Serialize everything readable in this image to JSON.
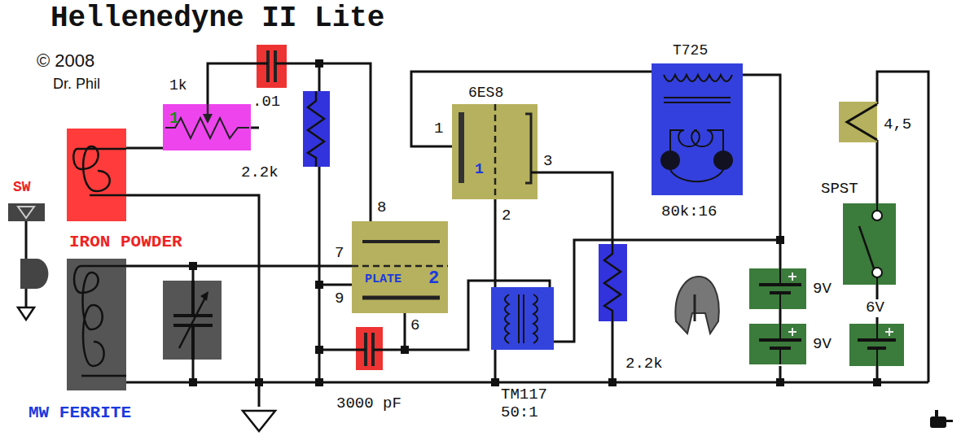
{
  "diagram": {
    "title": "Hellenedyne II Lite",
    "nodes": [
      {
        "text": [
          "6ES8",
          "1"
        ]
      },
      {
        "text": [
          "PLATE",
          "2"
        ]
      },
      {
        "text": [
          "T725",
          "80k:16"
        ]
      },
      {
        "text": [
          "TM117 50:1"
        ]
      },
      {
        "text": [
          "IRON POWDER"
        ]
      },
      {
        "text": [
          "MW FERRITE"
        ]
      },
      {
        "text": [
          "1k",
          "1"
        ]
      }
    ],
    "edges": [
      {
        "from": 0,
        "to": 2,
        "arrow": "none"
      },
      {
        "from": 0,
        "to": 3,
        "arrow": "none"
      },
      {
        "from": 5,
        "to": 1,
        "arrow": "none"
      },
      {
        "from": 4,
        "to": 6,
        "arrow": "none"
      }
    ],
    "labels": [
      "© 2008",
      "Dr. Phil",
      "SW",
      ".01",
      "2.2k",
      "8",
      "7",
      "9",
      "6",
      "3000 pF",
      "1",
      "2",
      "3",
      "2.2k",
      "9V",
      "9V",
      "SPST",
      "6V",
      "4,5"
    ]
  }
}
